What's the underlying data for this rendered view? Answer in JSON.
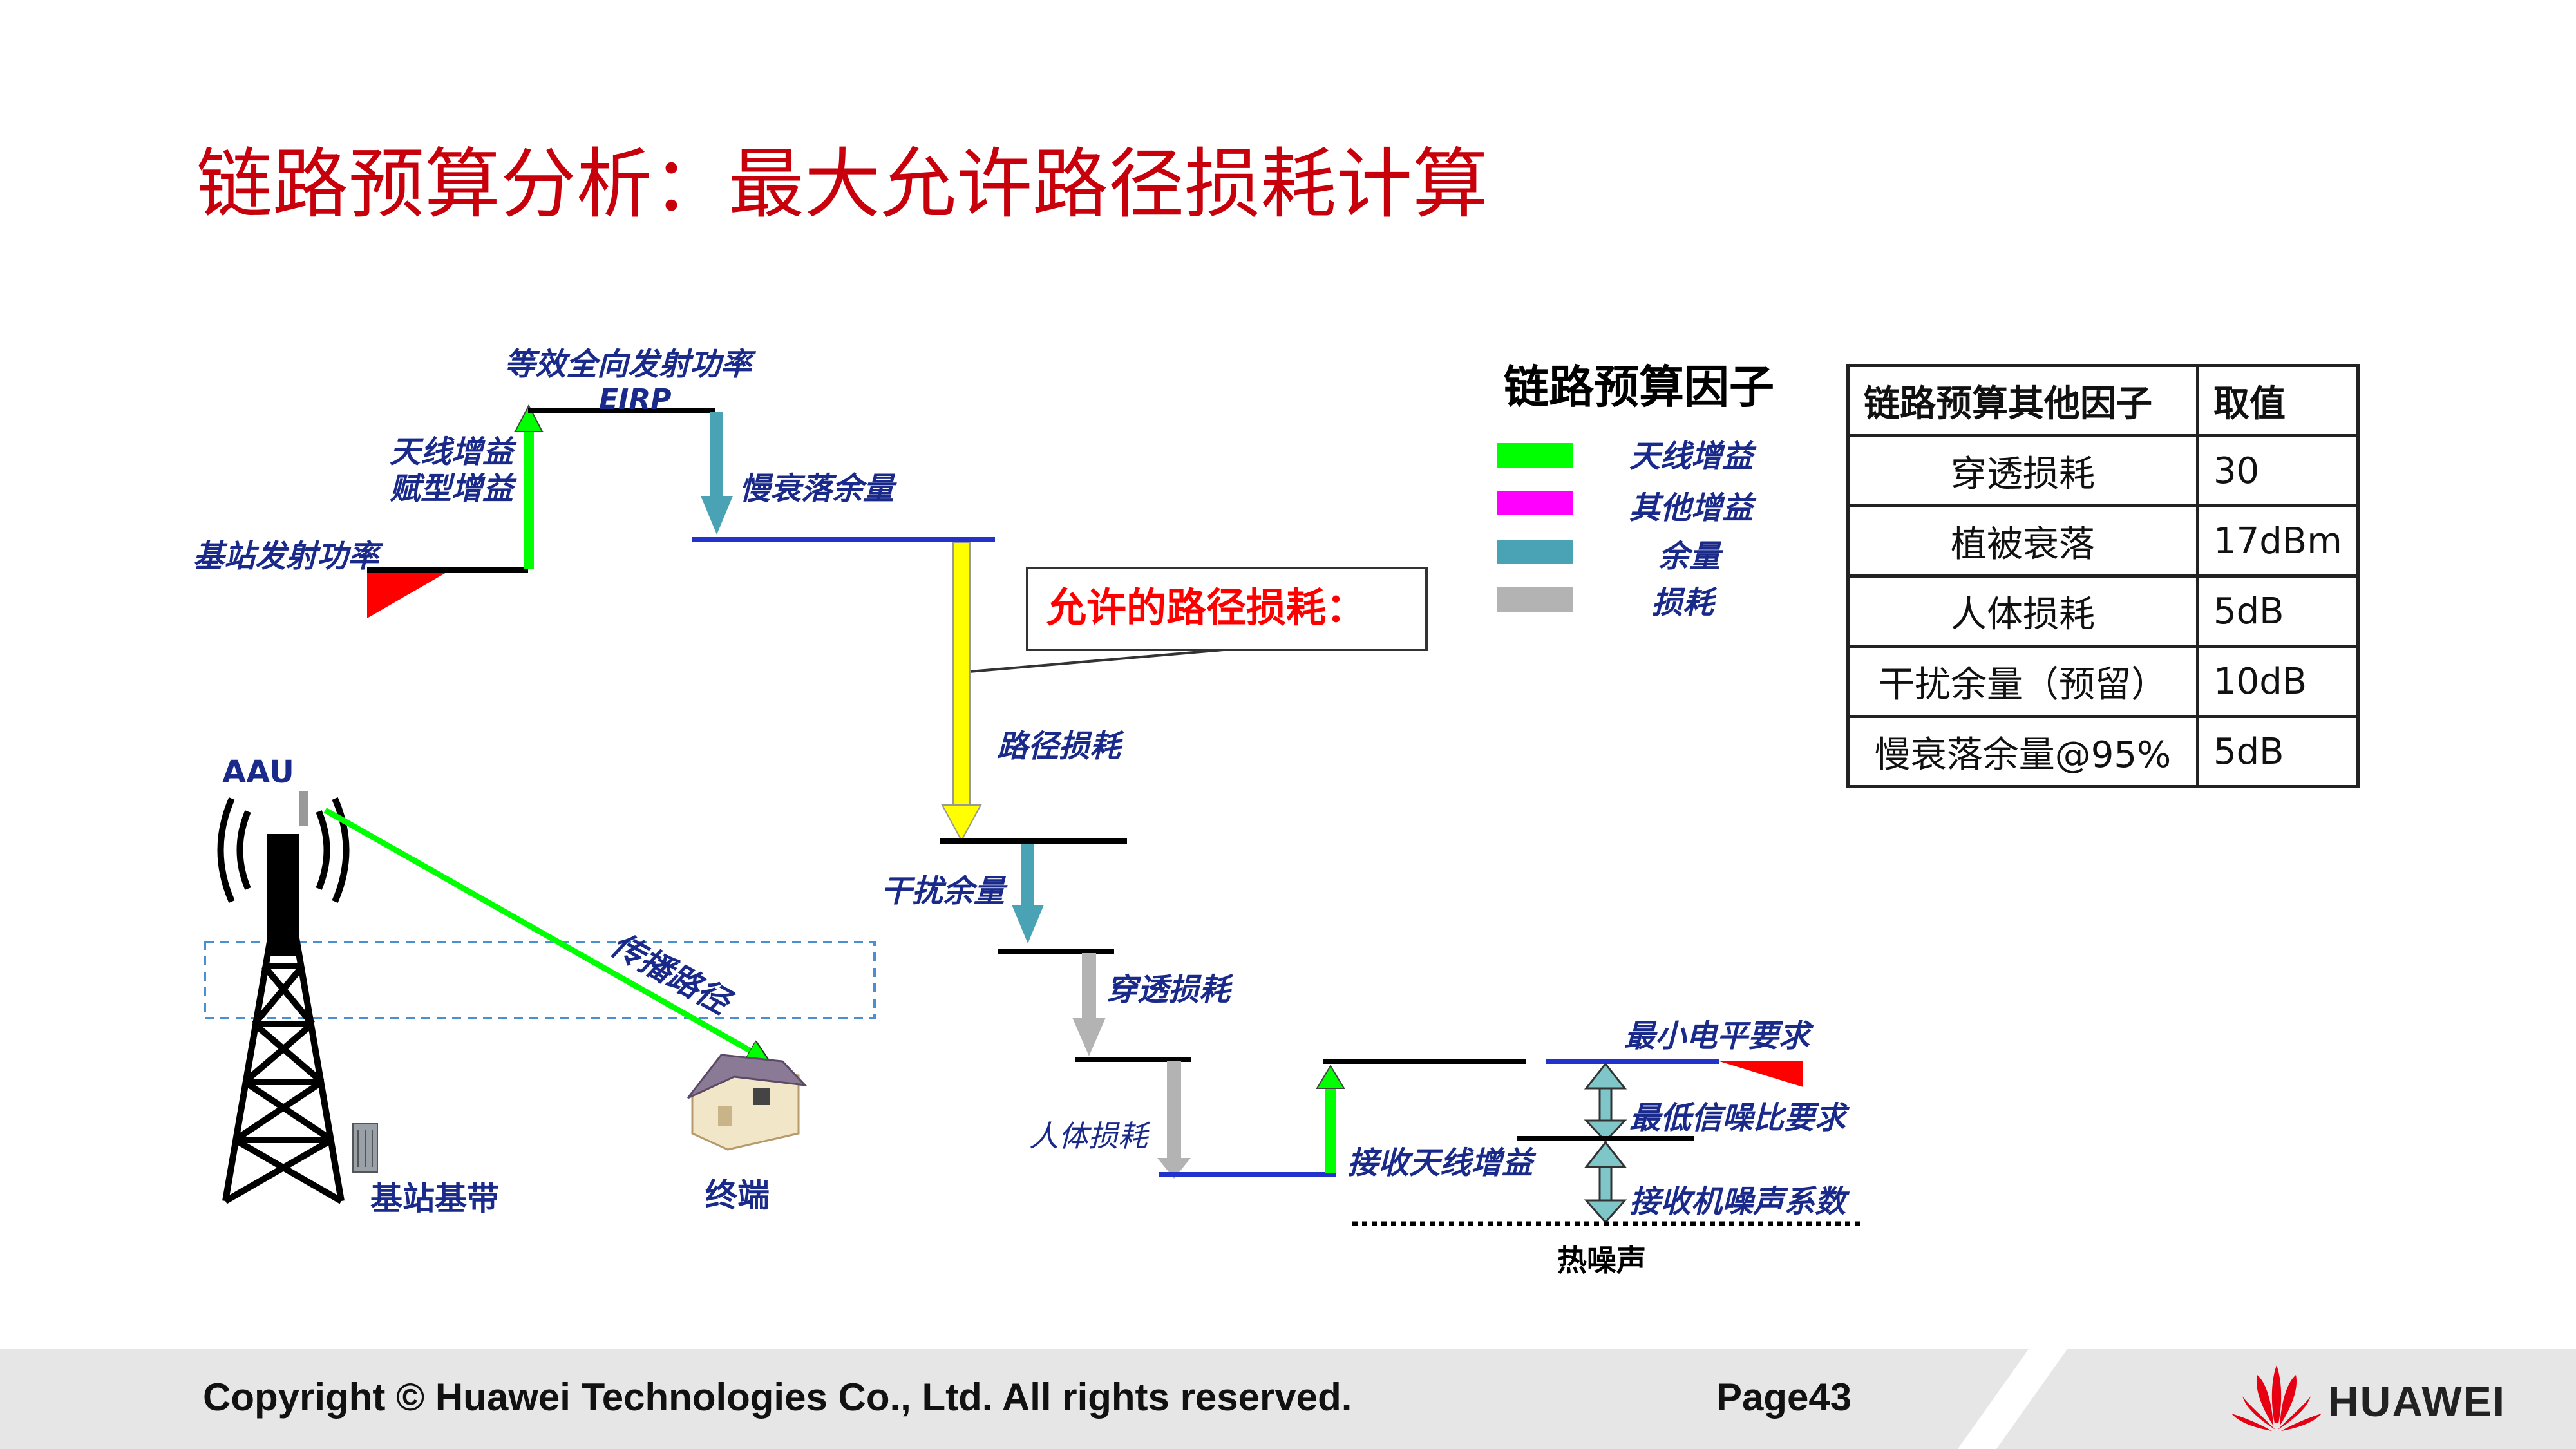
{
  "title": "链路预算分析：最大允许路径损耗计算",
  "diagram": {
    "eirp_line1": "等效全向发射功率",
    "eirp_line2": "EIRP",
    "ant_gain_line1": "天线增益",
    "ant_gain_line2": "赋型增益",
    "bs_tx_power": "基站发射功率",
    "slow_fade_margin": "慢衰落余量",
    "allowed_path_loss": "允许的路径损耗：",
    "path_loss": "路径损耗",
    "interference_margin": "干扰余量",
    "penetration_loss": "穿透损耗",
    "body_loss": "人体损耗",
    "rx_antenna_gain": "接收天线增益",
    "min_level_req": "最小电平要求",
    "min_snr_req": "最低信噪比要求",
    "rx_noise_figure": "接收机噪声系数",
    "thermal_noise": "热噪声",
    "aau": "AAU",
    "propagation_path": "传播路径",
    "bbu": "基站基带",
    "terminal": "终端"
  },
  "legend": {
    "title": "链路预算因子",
    "items": [
      {
        "label": "天线增益",
        "color": "#00ff00"
      },
      {
        "label": "其他增益",
        "color": "#ff00ff"
      },
      {
        "label": "余量",
        "color": "#4aa3b5"
      },
      {
        "label": "损耗",
        "color": "#b3b3b3"
      }
    ]
  },
  "table": {
    "headers": [
      "链路预算其他因子",
      "取值"
    ],
    "rows": [
      [
        "穿透损耗",
        "30"
      ],
      [
        "植被衰落",
        "17dBm"
      ],
      [
        "人体损耗",
        "5dB"
      ],
      [
        "干扰余量（预留）",
        "10dB"
      ],
      [
        "慢衰落余量@95%",
        "5dB"
      ]
    ]
  },
  "footer": {
    "copyright": "Copyright © Huawei Technologies Co., Ltd. All rights reserved.",
    "page": "Page43",
    "brand": "HUAWEI"
  },
  "colors": {
    "title_red": "#c7000b",
    "label_navy": "#1a2a8a",
    "gain_green": "#00ff00",
    "path_loss_yellow": "#ffff00",
    "margin_teal": "#4aa3b5",
    "loss_gray": "#b3b3b3",
    "level_blue": "#2233cc",
    "tx_red": "#ff0000"
  }
}
